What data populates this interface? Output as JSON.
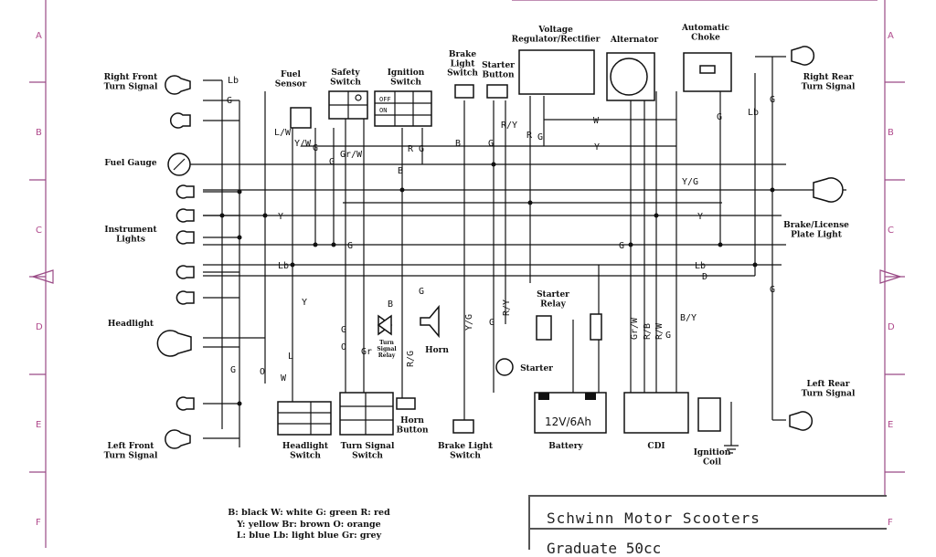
{
  "row_labels_left": [
    "A",
    "B",
    "C",
    "D",
    "E",
    "F"
  ],
  "row_labels_right": [
    "A",
    "B",
    "C",
    "D",
    "E",
    "F"
  ],
  "components": {
    "right_front_turn_signal": "Right Front\nTurn Signal",
    "fuel_sensor": "Fuel\nSensor",
    "safety_switch": "Safety\nSwitch",
    "ignition_switch": "Ignition\nSwitch",
    "brake_light_switch_top": "Brake\nLight\nSwitch",
    "starter_button": "Starter\nButton",
    "voltage_regulator": "Voltage\nRegulator/Rectifier",
    "alternator": "Alternator",
    "automatic_choke": "Automatic\nChoke",
    "right_rear_turn_signal": "Right Rear\nTurn Signal",
    "fuel_gauge": "Fuel Gauge",
    "instrument_lights": "Instrument\nLights",
    "brake_license_light": "Brake/License\nPlate Light",
    "headlight": "Headlight",
    "starter_relay": "Starter\nRelay",
    "starter": "Starter",
    "horn": "Horn",
    "turn_signal_relay": "Turn\nSignal\nRelay",
    "left_rear_turn_signal": "Left Rear\nTurn Signal",
    "left_front_turn_signal": "Left Front\nTurn Signal",
    "headlight_switch": "Headlight\nSwitch",
    "turn_signal_switch": "Turn Signal\nSwitch",
    "horn_button": "Horn\nButton",
    "brake_light_switch_bottom": "Brake Light\nSwitch",
    "battery": "Battery",
    "battery_rating": "12V/6Ah",
    "cdi": "CDI",
    "ignition_coil": "Ignition\nCoil",
    "ign_off": "OFF",
    "ign_on": "ON"
  },
  "wire_labels": {
    "lb_rf": "Lb",
    "g_rf": "G",
    "lw": "L/W",
    "yw": "Y/W",
    "g_fs": "G",
    "grw": "Gr/W",
    "g_ss": "G",
    "r_ign": "R",
    "g_ign": "G",
    "b_ign": "B",
    "b_bls": "B",
    "g_sb": "G",
    "ry_sb": "R/Y",
    "r_vr": "R",
    "g_vr": "G",
    "w_alt": "W",
    "y_alt": "Y",
    "g_choke": "G",
    "lb_rr": "Lb",
    "g_rr": "G",
    "yg_bus": "Y/G",
    "y_bus1": "Y",
    "y_bus2": "Y",
    "g_bus1": "G",
    "g_bus2": "G",
    "lb_bus1": "Lb",
    "lb_bus2": "Lb",
    "d_bus": "D",
    "y_head": "Y",
    "g_head": "G",
    "o_head": "O",
    "l_head": "L",
    "w_head": "W",
    "o_ts": "O",
    "gr_ts": "Gr",
    "g_ts": "G",
    "b_tsr": "B",
    "g_horn": "G",
    "rg_horn": "R/G",
    "yg_bls": "Y/G",
    "g_start": "G",
    "ry_start": "R/Y",
    "grw_cdi": "Gr/W",
    "rb_cdi": "R/B",
    "rw_cdi": "R/W",
    "g_cdi": "G",
    "by_cdi": "B/Y",
    "g_lr": "G"
  },
  "legend": [
    "B: black  W: white  G: green  R: red",
    "Y: yellow  Br: brown  O: orange",
    "L: blue  Lb: light blue  Gr: grey"
  ],
  "title_block": {
    "line1": "Schwinn Motor Scooters",
    "line2": "Graduate 50cc"
  }
}
